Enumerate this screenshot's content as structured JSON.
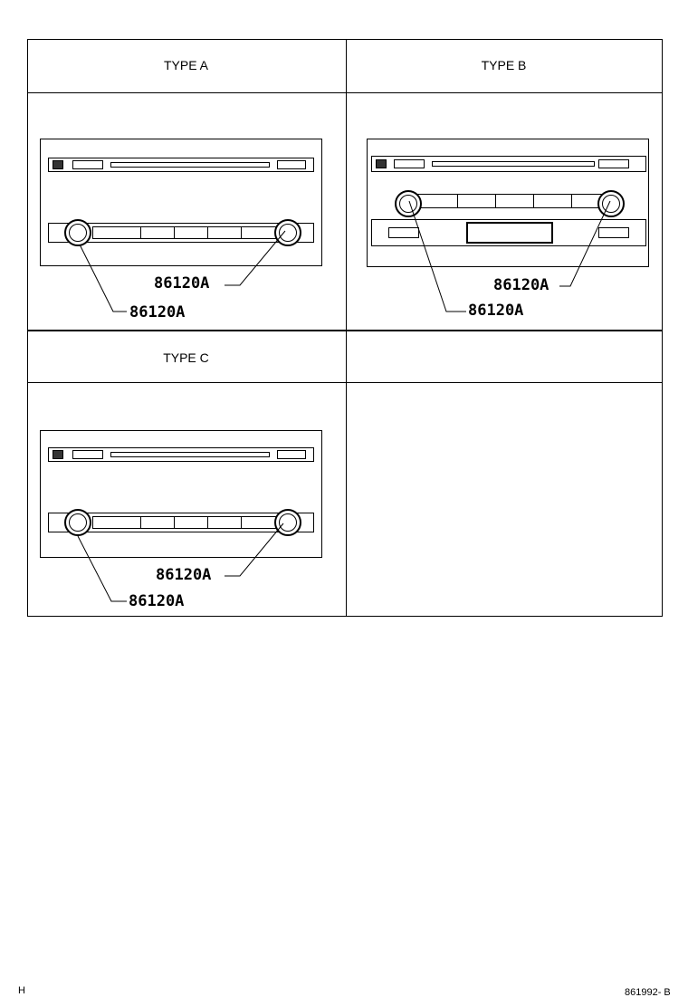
{
  "panels": {
    "a": {
      "title": "TYPE A",
      "part": "86120A"
    },
    "b": {
      "title": "TYPE B",
      "part": "86120A"
    },
    "c": {
      "title": "TYPE C",
      "part": "86120A"
    }
  },
  "footer": {
    "left": "H",
    "right": "861992- B"
  }
}
